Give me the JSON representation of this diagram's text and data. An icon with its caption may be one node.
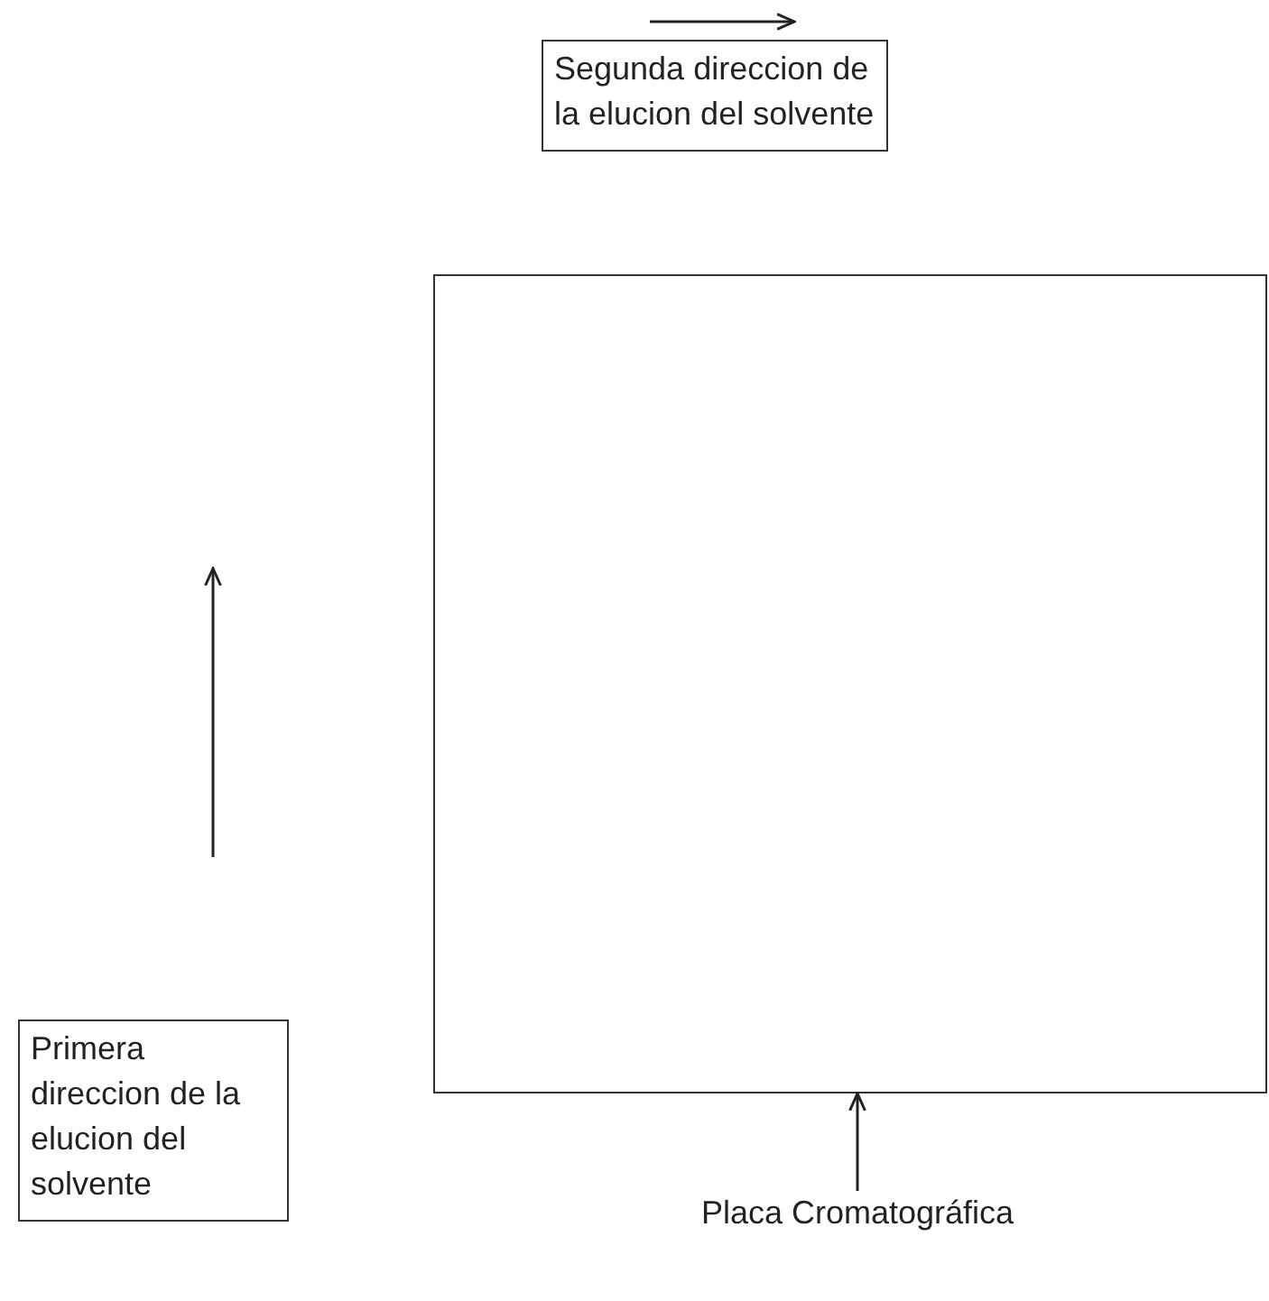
{
  "diagram": {
    "nodes": [
      {
        "text": [
          "Segunda direccion de la elucion del solvente"
        ]
      },
      {
        "text": [],
        "shape": "box"
      },
      {
        "text": [
          "Primera direccion de la elucion del solvente"
        ]
      },
      {
        "text": [
          "Placa Cromatográfica"
        ]
      }
    ],
    "edges": [
      {
        "from": 3,
        "to": 1,
        "arrow": "to"
      }
    ]
  }
}
